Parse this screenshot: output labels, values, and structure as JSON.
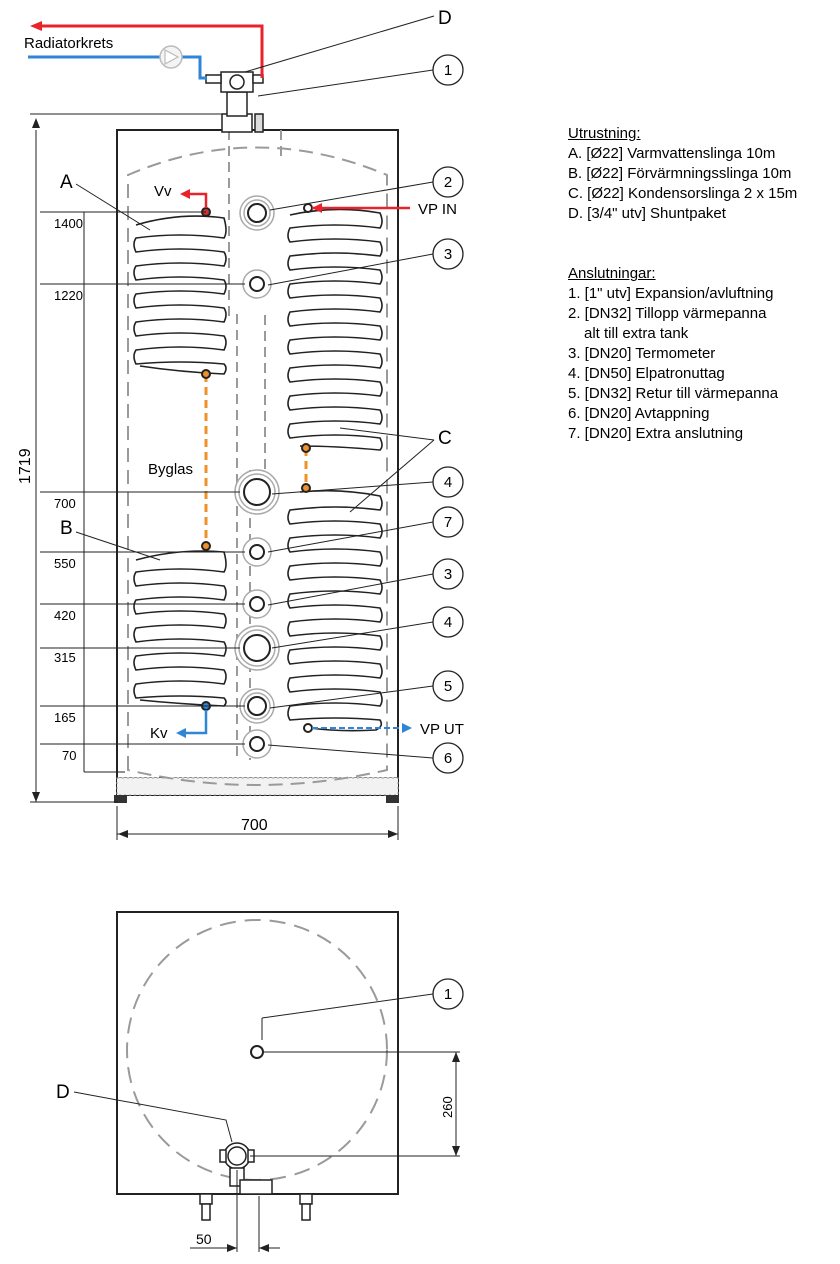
{
  "labels": {
    "radiator_circuit": "Radiatorkrets",
    "hot_water": "Vv",
    "cold_water": "Kv",
    "hp_in": "VP IN",
    "hp_out": "VP UT",
    "bridge": "Byglas",
    "height_total": "1719",
    "width": "700",
    "top_offset": "260",
    "shunt_offset": "50"
  },
  "callouts": {
    "A": "A",
    "B": "B",
    "C": "C",
    "D": "D",
    "n1": "1",
    "n2": "2",
    "n3": "3",
    "n4": "4",
    "n5": "5",
    "n6": "6",
    "n7": "7"
  },
  "height_marks": [
    "1400",
    "1220",
    "700",
    "550",
    "420",
    "315",
    "165",
    "70"
  ],
  "equipment": {
    "title": "Utrustning:",
    "items": [
      "A. [Ø22] Varmvattenslinga 10m",
      "B. [Ø22] Förvärmningsslinga 10m",
      "C. [Ø22] Kondensorslinga 2 x 15m",
      "D. [3/4\" utv] Shuntpaket"
    ]
  },
  "connections": {
    "title": "Anslutningar:",
    "items": [
      "1. [1\" utv] Expansion/avluftning",
      "2. [DN32] Tillopp värmepanna",
      "alt till extra tank",
      "3. [DN20] Termometer",
      "4. [DN50] Elpatronuttag",
      "5. [DN32] Retur till värmepanna",
      "6. [DN20] Avtappning",
      "7. [DN20] Extra anslutning"
    ]
  },
  "colors": {
    "supply": "#e8232a",
    "return": "#2f86d6",
    "bridge": "#f0902a",
    "outline": "#222222",
    "dashed": "#9a9a9a"
  }
}
